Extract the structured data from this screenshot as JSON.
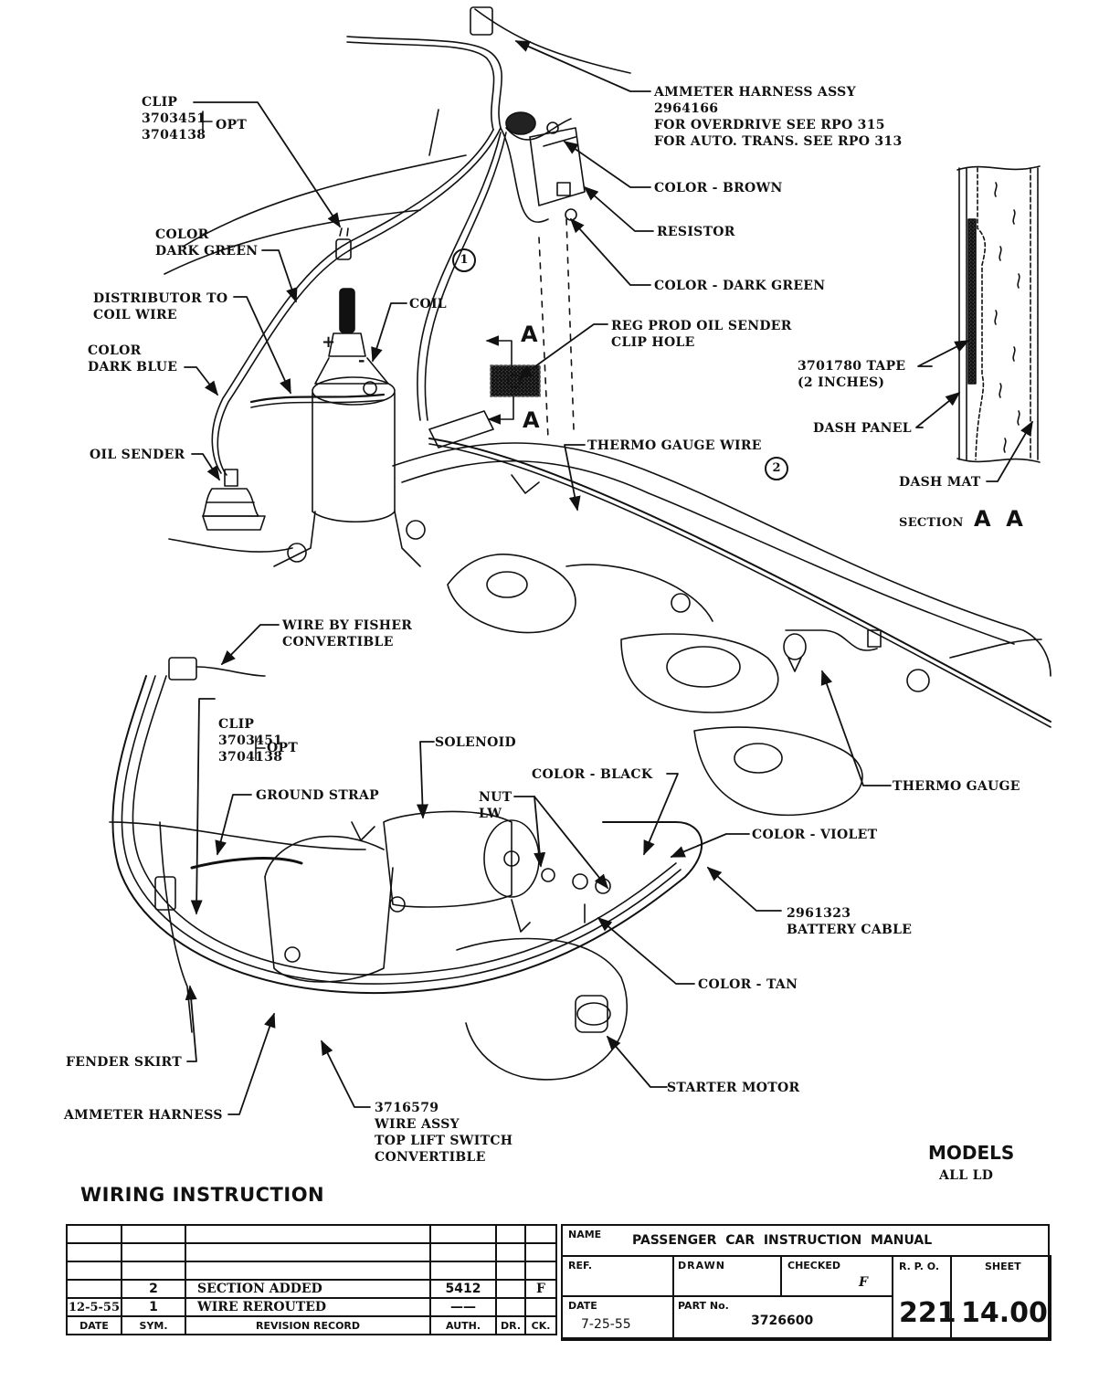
{
  "document": {
    "title": "WIRING INSTRUCTION",
    "models_label": "MODELS",
    "models_value": "ALL LD"
  },
  "labels": {
    "clip_top": {
      "name": "CLIP",
      "part1": "3703451",
      "part2": "3704138",
      "opt": "OPT"
    },
    "ammeter_harness_assy": {
      "line1": "AMMETER HARNESS ASSY",
      "line2": "2964166",
      "line3": "FOR OVERDRIVE SEE RPO 315",
      "line4": "FOR AUTO.  TRANS.  SEE RPO 313"
    },
    "color_brown": "COLOR - BROWN",
    "resistor": "RESISTOR",
    "color_dark_green_right": "COLOR - DARK GREEN",
    "color_dark_green_left": {
      "line1": "COLOR",
      "line2": "DARK GREEN"
    },
    "distributor_wire": {
      "line1": "DISTRIBUTOR TO",
      "line2": "COIL WIRE"
    },
    "coil": "COIL",
    "color_dark_blue": {
      "line1": "COLOR",
      "line2": "DARK BLUE"
    },
    "oil_sender": "OIL SENDER",
    "reg_prod": {
      "line1": "REG PROD OIL SENDER",
      "line2": "CLIP HOLE"
    },
    "section_marker": "A",
    "thermo_gauge_wire": "THERMO GAUGE WIRE",
    "callout_1": "1",
    "callout_2": "2",
    "tape": {
      "line1": "3701780 TAPE",
      "line2": "(2 INCHES)"
    },
    "dash_panel": "DASH PANEL",
    "dash_mat": "DASH MAT",
    "section_aa": {
      "word": "SECTION",
      "letters": "A  A"
    },
    "wire_by_fisher": {
      "line1": "WIRE BY FISHER",
      "line2": "CONVERTIBLE"
    },
    "clip_bottom": {
      "name": "CLIP",
      "part1": "3703451",
      "part2": "3704138",
      "opt": "OPT"
    },
    "ground_strap": "GROUND STRAP",
    "solenoid": "SOLENOID",
    "nut_lw": {
      "line1": "NUT",
      "line2": "LW"
    },
    "color_black": "COLOR - BLACK",
    "thermo_gauge": "THERMO GAUGE",
    "color_violet": "COLOR - VIOLET",
    "battery_cable": {
      "line1": "2961323",
      "line2": "BATTERY CABLE"
    },
    "color_tan": "COLOR - TAN",
    "starter_motor": "STARTER MOTOR",
    "fender_skirt": "FENDER SKIRT",
    "ammeter_harness": "AMMETER HARNESS",
    "wire_assy": {
      "line1": "3716579",
      "line2": "WIRE ASSY",
      "line3": "TOP LIFT SWITCH",
      "line4": "CONVERTIBLE"
    },
    "coil_plus": "+",
    "coil_minus": "-"
  },
  "revision_record": {
    "headers": [
      "DATE",
      "SYM.",
      "REVISION RECORD",
      "AUTH.",
      "DR.",
      "CK."
    ],
    "rows": [
      [
        "",
        "",
        "",
        "",
        "",
        ""
      ],
      [
        "",
        "",
        "",
        "",
        "",
        ""
      ],
      [
        "",
        "",
        "",
        "",
        "",
        ""
      ],
      [
        "",
        "2",
        "SECTION ADDED",
        "5412",
        "",
        "F"
      ],
      [
        "12-5-55",
        "1",
        "WIRE REROUTED",
        "——",
        "",
        ""
      ]
    ]
  },
  "title_block": {
    "name_label": "NAME",
    "name_value": "PASSENGER  CAR  INSTRUCTION  MANUAL",
    "ref_label": "REF.",
    "drawn_label": "DRAWN",
    "checked_label": "CHECKED",
    "checked_value": "F",
    "rpo_label": "R. P. O.",
    "rpo_value": "221",
    "sheet_label": "SHEET",
    "sheet_value": "14.00",
    "date_label": "DATE",
    "date_value": "7-25-55",
    "part_label": "PART No.",
    "part_value": "3726600"
  }
}
